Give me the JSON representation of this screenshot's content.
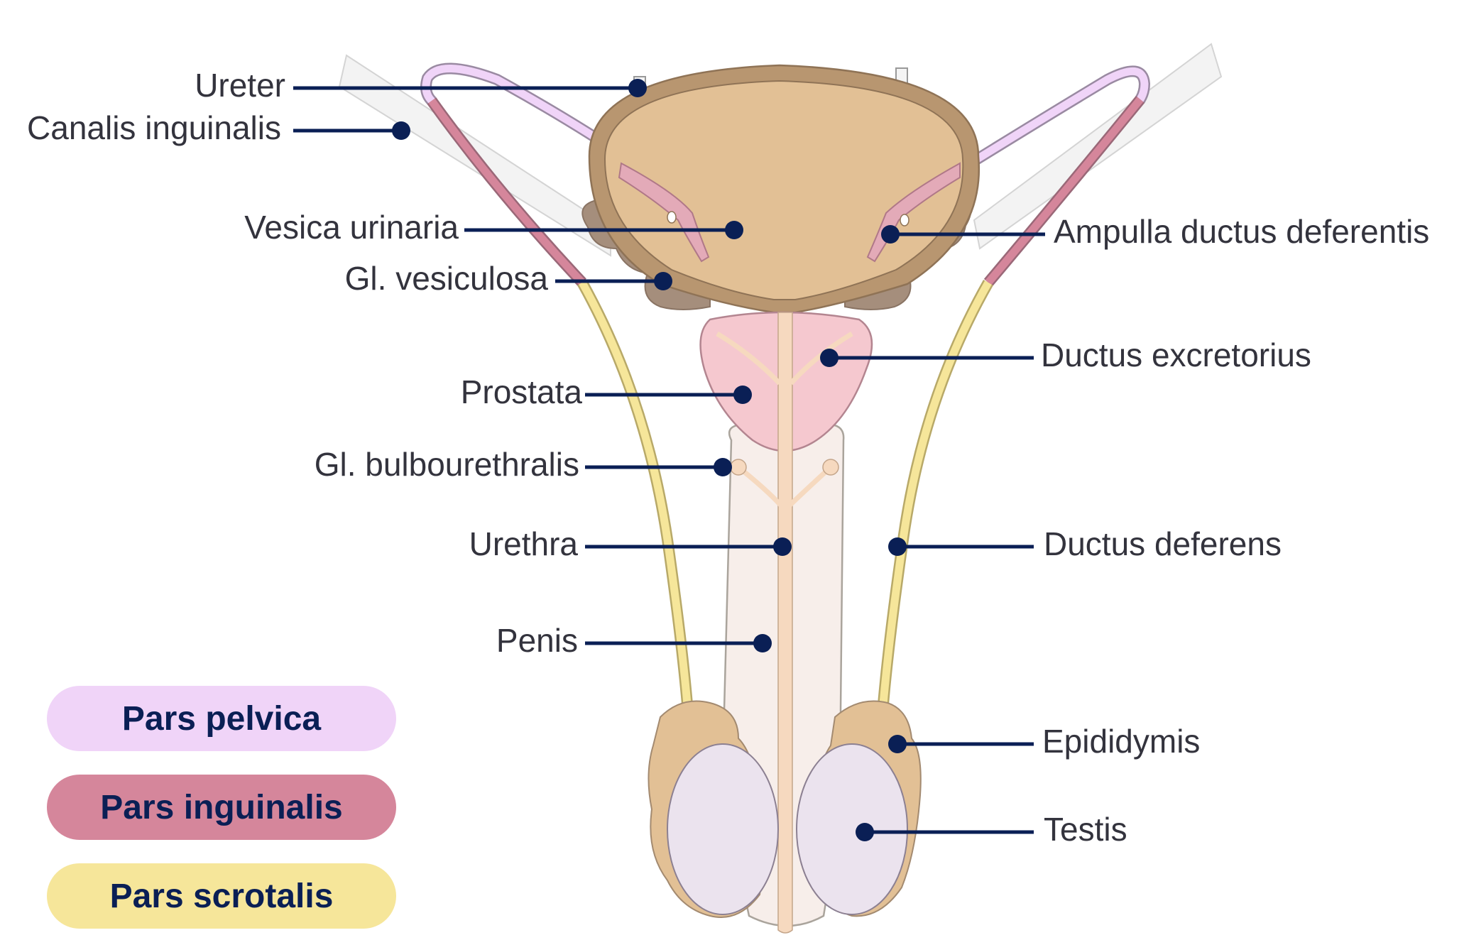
{
  "colors": {
    "bladder": "#e2c095",
    "bladder_wall": "#b89670",
    "prostate": "#f5c8cf",
    "vesicle": "#a58e7c",
    "penis": "#f7eeea",
    "testis": "#ebe3ee",
    "epididymis": "#e2c095",
    "pelvic": "#f0d4f8",
    "inguinal": "#d5869b",
    "scrotal": "#f6e69a",
    "leader": "#0a1f55"
  },
  "labels": {
    "ureter": "Ureter",
    "canalis_inguinalis": "Canalis inguinalis",
    "vesica_urinaria": "Vesica urinaria",
    "gl_vesiculosa": "Gl. vesiculosa",
    "prostata": "Prostata",
    "gl_bulbourethralis": "Gl. bulbourethralis",
    "urethra": "Urethra",
    "penis": "Penis",
    "ampulla": "Ampulla ductus deferentis",
    "ductus_excretorius": "Ductus excretorius",
    "ductus_deferens": "Ductus deferens",
    "epididymis": "Epididymis",
    "testis": "Testis"
  },
  "legend": [
    {
      "label": "Pars pelvica",
      "color": "#f0d4f8"
    },
    {
      "label": "Pars inguinalis",
      "color": "#d5869b"
    },
    {
      "label": "Pars scrotalis",
      "color": "#f6e69a"
    }
  ]
}
